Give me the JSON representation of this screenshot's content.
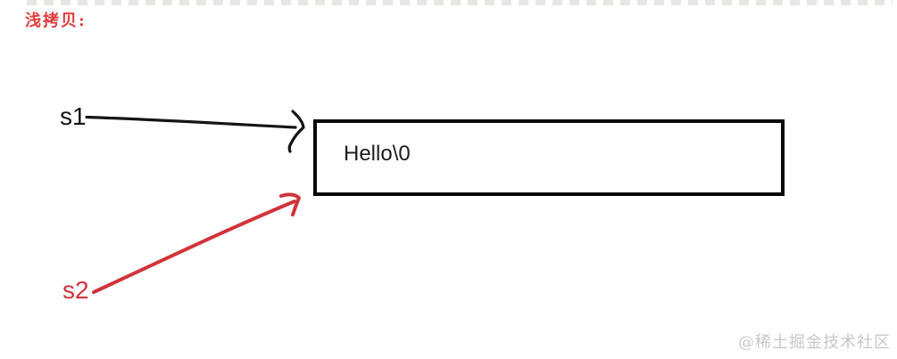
{
  "title": {
    "text": "浅拷贝:"
  },
  "pointers": [
    {
      "label": "s1",
      "color": "#141414"
    },
    {
      "label": "s2",
      "color": "#d0343a"
    }
  ],
  "memory_box": {
    "content": "Hello\\0"
  },
  "watermark": {
    "text": "@稀土掘金技术社区"
  },
  "colors": {
    "title_red": "#e23c3c",
    "black_arrow": "#141414",
    "red_arrow": "#d0343a",
    "box_border": "#060606",
    "watermark_gray": "#c7c7c9",
    "background": "#ffffff"
  }
}
